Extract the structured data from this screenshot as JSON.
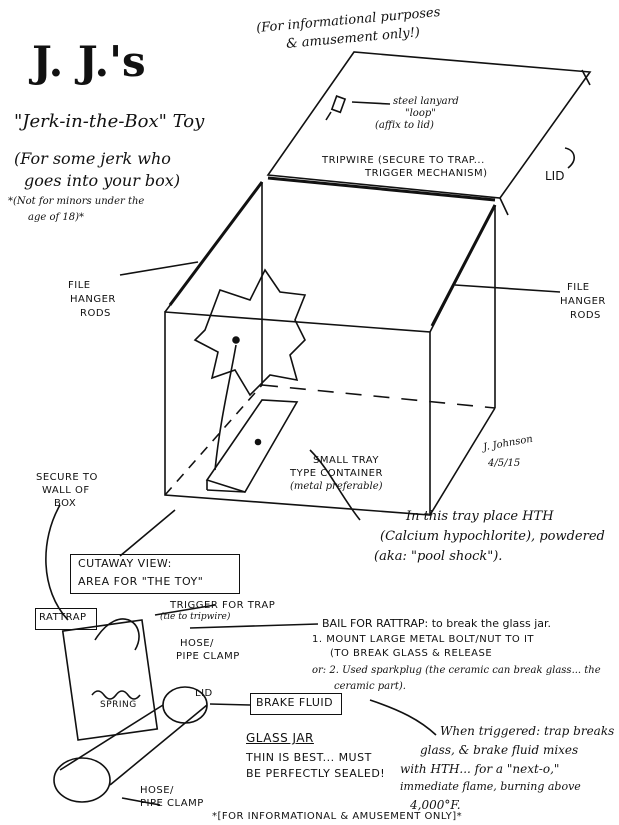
{
  "title": {
    "brand": "J. J.'s",
    "product": "\"Jerk-in-the-Box\" Toy",
    "tagline_line1": "(For some jerk who",
    "tagline_line2": "goes into your box)",
    "age_note_line1": "*(Not for minors under the",
    "age_note_line2": "age of 18)*"
  },
  "disclaimer_top": {
    "line1": "(For informational purposes",
    "line2": "& amusement only!)"
  },
  "labels": {
    "lanyard_line1": "steel lanyard",
    "lanyard_line2": "\"loop\"",
    "lanyard_line3": "(affix to lid)",
    "tripwire_line1": "TRIPWIRE (SECURE TO TRAP...",
    "tripwire_line2": "TRIGGER MECHANISM)",
    "lid": "LID",
    "file_hanger_left_1": "FILE",
    "file_hanger_left_2": "HANGER",
    "file_hanger_left_3": "RODS",
    "file_hanger_right_1": "FILE",
    "file_hanger_right_2": "HANGER",
    "file_hanger_right_3": "RODS",
    "signature": "J. Johnson",
    "date": "4/5/15",
    "small_tray_1": "SMALL TRAY",
    "small_tray_2": "TYPE CONTAINER",
    "small_tray_3": "(metal preferable)",
    "secure_1": "SECURE TO",
    "secure_2": "WALL OF",
    "secure_3": "BOX",
    "hth_1": "In this tray place HTH",
    "hth_2": "(Calcium hypochlorite), powdered",
    "hth_3": "(aka: \"pool shock\")."
  },
  "cutaway": {
    "line1": "CUTAWAY VIEW:",
    "line2": "AREA FOR \"THE TOY\""
  },
  "trap": {
    "rattrap": "RATTRAP",
    "trigger_1": "TRIGGER FOR TRAP",
    "trigger_2": "(tie to tripwire)",
    "hose_top_1": "HOSE/",
    "hose_top_2": "PIPE CLAMP",
    "spring": "SPRING",
    "lid": "LID",
    "brake_fluid": "BRAKE FLUID",
    "glass_jar": "GLASS JAR",
    "thin_1": "THIN IS BEST... MUST",
    "thin_2": "BE PERFECTLY SEALED!",
    "hose_bot_1": "HOSE/",
    "hose_bot_2": "PIPE CLAMP"
  },
  "bail": {
    "title": "BAIL FOR RATTRAP: to break the glass jar.",
    "opt1_1": "1. MOUNT LARGE METAL BOLT/NUT TO IT",
    "opt1_2": "(TO BREAK GLASS & RELEASE",
    "opt2_1": "or: 2. Used sparkplug (the ceramic can break glass... the",
    "opt2_2": "ceramic part)."
  },
  "triggered": {
    "line1": "When triggered: trap breaks",
    "line2": "glass, & brake fluid mixes",
    "line3": "with HTH... for a \"next-o,\"",
    "line4": "immediate flame, burning above",
    "line5": "4,000°F."
  },
  "footer": "*[FOR INFORMATIONAL & AMUSEMENT ONLY]*"
}
